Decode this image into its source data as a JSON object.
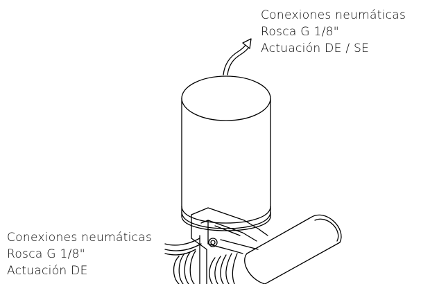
{
  "callouts": {
    "top": {
      "line1": "Conexiones neumáticas",
      "line2": "Rosca G 1/8\"",
      "line3": "Actuación DE / SE"
    },
    "bottom": {
      "line1": "Conexiones neumáticas",
      "line2": "Rosca G 1/8\"",
      "line3": "Actuación DE"
    }
  }
}
